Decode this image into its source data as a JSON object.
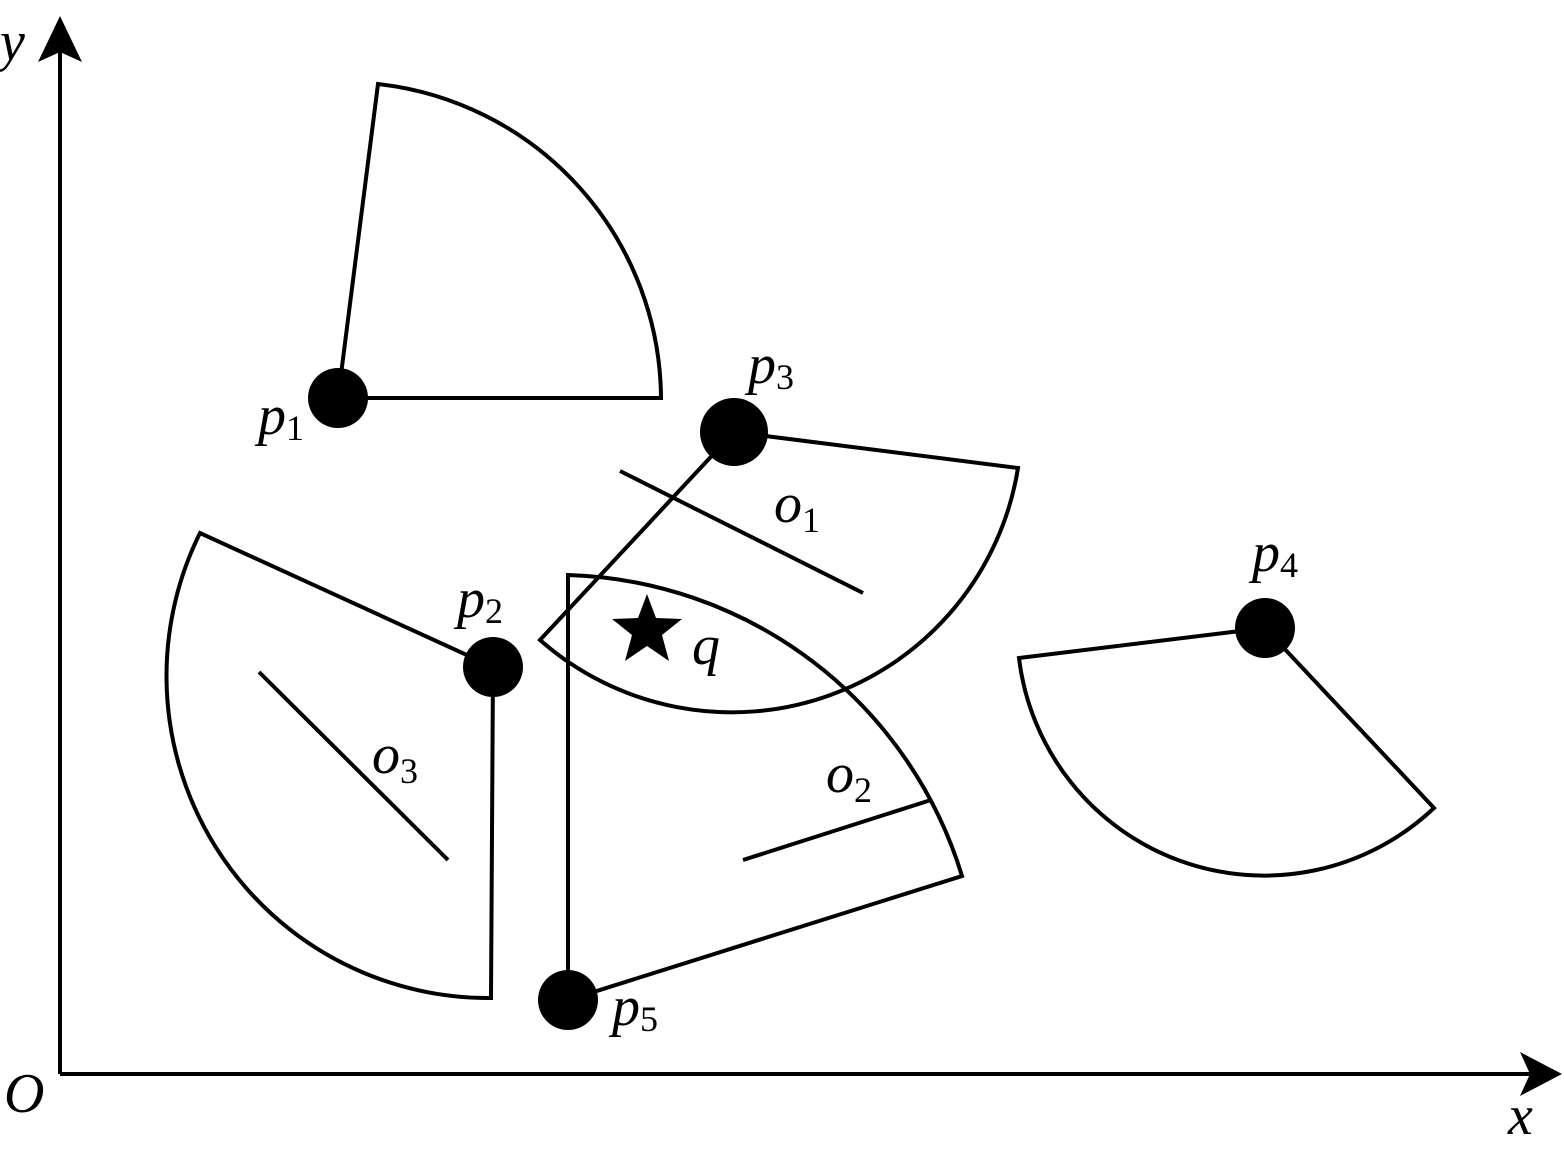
{
  "axes": {
    "origin_label": "O",
    "x_label": "x",
    "y_label": "y"
  },
  "points": [
    {
      "id": "p1",
      "base": "p",
      "sub": "1"
    },
    {
      "id": "p2",
      "base": "p",
      "sub": "2"
    },
    {
      "id": "p3",
      "base": "p",
      "sub": "3"
    },
    {
      "id": "p4",
      "base": "p",
      "sub": "4"
    },
    {
      "id": "p5",
      "base": "p",
      "sub": "5"
    }
  ],
  "obstacles": [
    {
      "id": "o1",
      "base": "o",
      "sub": "1"
    },
    {
      "id": "o2",
      "base": "o",
      "sub": "2"
    },
    {
      "id": "o3",
      "base": "o",
      "sub": "3"
    }
  ],
  "query": {
    "label": "q"
  },
  "colors": {
    "ink": "#000000",
    "background": "#ffffff"
  }
}
